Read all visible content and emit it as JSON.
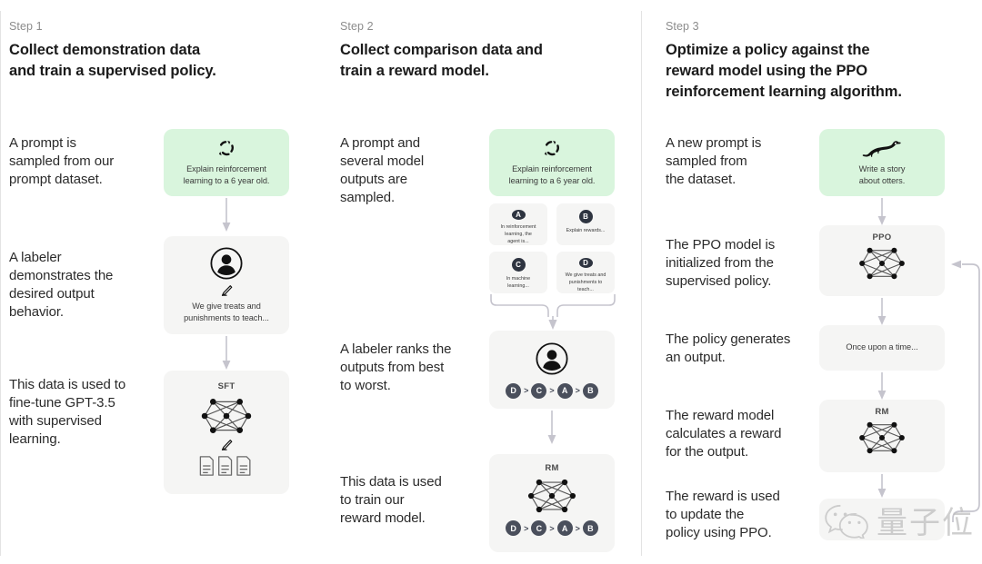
{
  "columns": [
    {
      "step_label": "Step 1",
      "title_line1": "Collect demonstration data",
      "title_line2": "and train a supervised policy.",
      "texts": [
        "A prompt is\nsampled from our\nprompt dataset.",
        "A labeler\ndemonstrates the\ndesired output\nbehavior.",
        "This data is used to\nfine-tune GPT-3.5\nwith supervised\nlearning."
      ],
      "prompt_card": {
        "icon": "sparkle-loop-icon",
        "caption": "Explain reinforcement\nlearning to a 6 year old.",
        "color": "#d9f5dd"
      },
      "labeler_card": {
        "icon": "person-avatar-icon",
        "sub_icon": "pencil-icon",
        "caption": "We give treats and\npunishments to teach...",
        "color": "#f5f5f4"
      },
      "sft_card": {
        "tag": "SFT",
        "icon": "neural-network-icon",
        "sub_icon": "pencil-icon",
        "docs_icon": "documents-icon",
        "color": "#f5f5f4"
      }
    },
    {
      "step_label": "Step 2",
      "title_line1": "Collect comparison data and",
      "title_line2": "train a reward model.",
      "texts": [
        "A prompt and\nseveral model\noutputs are\nsampled.",
        "A labeler ranks the\noutputs from best\nto worst.",
        "This data is used\nto train our\nreward model."
      ],
      "prompt_card": {
        "icon": "sparkle-loop-icon",
        "caption": "Explain reinforcement\nlearning to a 6 year old.",
        "color": "#d9f5dd"
      },
      "outputs": [
        {
          "badge": "A",
          "caption": "In reinforcement\nlearning, the\nagent is..."
        },
        {
          "badge": "B",
          "caption": "Explain rewards..."
        },
        {
          "badge": "C",
          "caption": "In machine\nlearning..."
        },
        {
          "badge": "D",
          "caption": "We give treats and\npunishments to\nteach..."
        }
      ],
      "rank_card": {
        "icon": "person-avatar-icon",
        "ranking": [
          "D",
          "C",
          "A",
          "B"
        ],
        "separator": ">",
        "color": "#f5f5f4"
      },
      "rm_card": {
        "tag": "RM",
        "icon": "neural-network-icon",
        "ranking": [
          "D",
          "C",
          "A",
          "B"
        ],
        "separator": ">",
        "color": "#f5f5f4"
      }
    },
    {
      "step_label": "Step 3",
      "title_line1": "Optimize a policy against the",
      "title_line2": "reward model using the PPO",
      "title_line3": "reinforcement learning algorithm.",
      "texts": [
        "A new prompt is\nsampled from\nthe dataset.",
        "The PPO model is\ninitialized from the\nsupervised policy.",
        "The policy generates\nan output.",
        "The reward model\ncalculates a reward\nfor the output.",
        "The reward is used\nto update the\npolicy using PPO."
      ],
      "prompt_card": {
        "icon": "otter-icon",
        "caption": "Write a story\nabout otters.",
        "color": "#d9f5dd"
      },
      "ppo_card": {
        "tag": "PPO",
        "icon": "neural-network-icon",
        "color": "#f5f5f4"
      },
      "output_card": {
        "caption": "Once upon a time...",
        "color": "#f5f5f4"
      },
      "rm_card": {
        "tag": "RM",
        "icon": "neural-network-icon",
        "color": "#f5f5f4"
      },
      "reward_card": {
        "caption": "",
        "color": "#f5f5f4"
      },
      "feedback_loop": "reward-feedback-arrow"
    }
  ],
  "watermark": {
    "icon": "wechat-logo-icon",
    "text": "量子位"
  },
  "theme": {
    "green": "#d9f5dd",
    "gray_box": "#f5f5f4",
    "badge_dark": "#2e3440",
    "arrow": "#b0aebb",
    "text": "#2b2b2b",
    "muted": "#8c8c8c"
  }
}
